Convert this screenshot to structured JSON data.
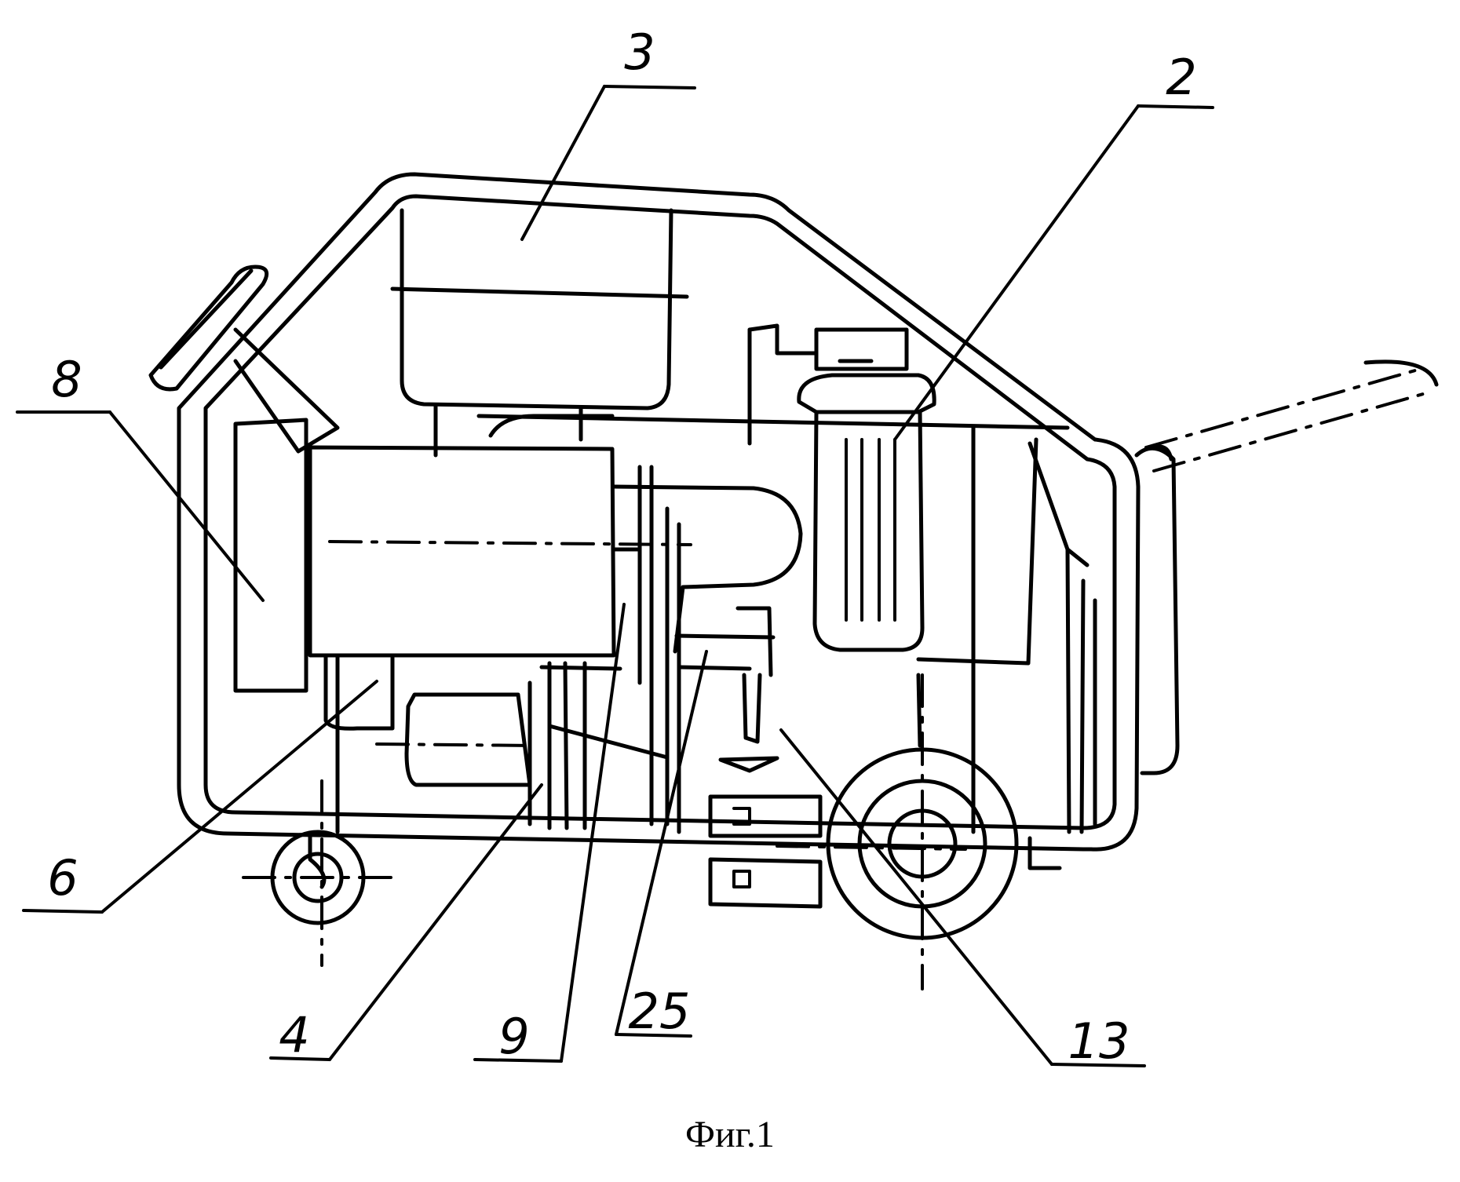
{
  "caption": "Фиг.1",
  "callouts": {
    "c3": "3",
    "c2": "2",
    "c8": "8",
    "c6": "6",
    "c4": "4",
    "c9": "9",
    "c25": "25",
    "c13": "13"
  }
}
